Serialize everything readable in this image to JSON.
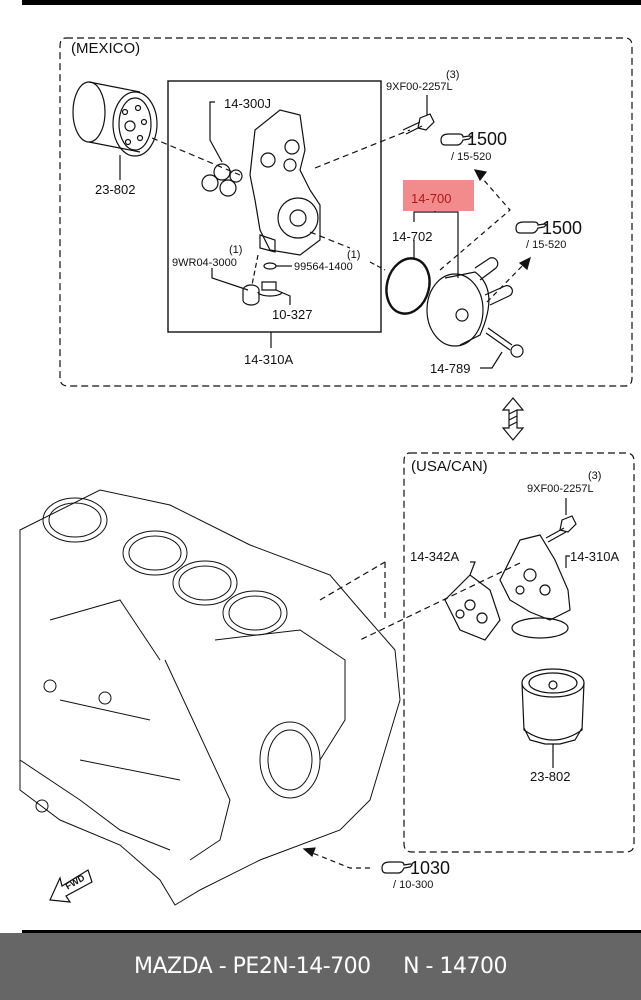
{
  "diagram": {
    "mexico": {
      "region_label": "(MEXICO)",
      "parts": {
        "filter": "23-802",
        "gasket": "14-300J",
        "bolt_qty": "(3)",
        "bolt": "9XF00-2257L",
        "ref1_num": "1500",
        "ref1_sub": "/ 15-520",
        "cooler": "14-700",
        "oring": "14-702",
        "ref2_num": "1500",
        "ref2_sub": "/ 15-520",
        "plug_qty": "(1)",
        "plug": "9WR04-3000",
        "washer_qty": "(1)",
        "washer": "99564-1400",
        "drain": "10-327",
        "housing": "14-310A",
        "cooler_bolt": "14-789"
      }
    },
    "usa_can": {
      "region_label": "(USA/CAN)",
      "parts": {
        "bolt_qty": "(3)",
        "bolt": "9XF00-2257L",
        "gasket": "14-342A",
        "housing": "14-310A",
        "filter": "23-802"
      }
    },
    "block_ref": {
      "num": "1030",
      "sub": "/ 10-300"
    },
    "fwd_label": "FWD",
    "highlight_color": "#f28b8b",
    "highlight_text_color": "#b01818"
  },
  "footer": {
    "part_text": "MAZDA - PE2N-14-700",
    "code_text": "N - 14700"
  }
}
